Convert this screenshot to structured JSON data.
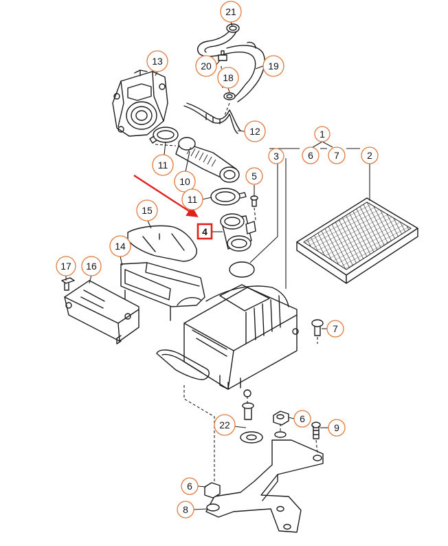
{
  "colors": {
    "callout_ring": "#e07a3c",
    "highlight": "#e0201c",
    "arrow": "#e0201c",
    "line": "#1a1a1a"
  },
  "callouts": [
    {
      "id": "c21",
      "label": "21"
    },
    {
      "id": "c20",
      "label": "20"
    },
    {
      "id": "c19",
      "label": "19"
    },
    {
      "id": "c18",
      "label": "18"
    },
    {
      "id": "c13",
      "label": "13"
    },
    {
      "id": "c12",
      "label": "12"
    },
    {
      "id": "c1",
      "label": "1"
    },
    {
      "id": "c3",
      "label": "3"
    },
    {
      "id": "c6a",
      "label": "6"
    },
    {
      "id": "c7a",
      "label": "7"
    },
    {
      "id": "c2",
      "label": "2"
    },
    {
      "id": "c11a",
      "label": "11"
    },
    {
      "id": "c10",
      "label": "10"
    },
    {
      "id": "c5",
      "label": "5"
    },
    {
      "id": "c11b",
      "label": "11"
    },
    {
      "id": "c15",
      "label": "15"
    },
    {
      "id": "c4",
      "label": "4"
    },
    {
      "id": "c14",
      "label": "14"
    },
    {
      "id": "c17",
      "label": "17"
    },
    {
      "id": "c16",
      "label": "16"
    },
    {
      "id": "c7b",
      "label": "7"
    },
    {
      "id": "c22",
      "label": "22"
    },
    {
      "id": "c6b",
      "label": "6"
    },
    {
      "id": "c9",
      "label": "9"
    },
    {
      "id": "c6c",
      "label": "6"
    },
    {
      "id": "c8",
      "label": "8"
    }
  ],
  "highlighted_part": "4"
}
